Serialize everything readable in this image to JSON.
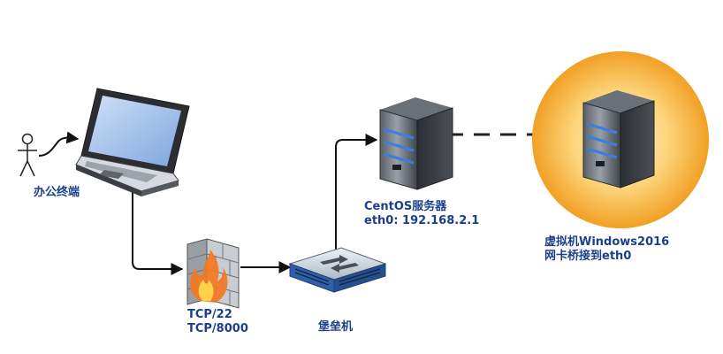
{
  "labels": {
    "office": "办公终端",
    "firewall_line1": "TCP/22",
    "firewall_line2": "TCP/8000",
    "bastion": "堡垒机",
    "centos_line1": "CentOS服务器",
    "centos_line2": "eth0: 192.168.2.1",
    "vm_line1": "虚拟机Windows2016",
    "vm_line2": "网卡桥接到eth0"
  },
  "icons": {
    "user": "stick-figure-icon",
    "laptop": "laptop-icon",
    "firewall": "firewall-icon",
    "bastion": "network-switch-icon",
    "centos": "server-tower-icon",
    "vm": "server-tower-icon"
  },
  "colors": {
    "label": "#1c3f8c",
    "vm_glow": "#f5a623",
    "line": "#111111"
  }
}
